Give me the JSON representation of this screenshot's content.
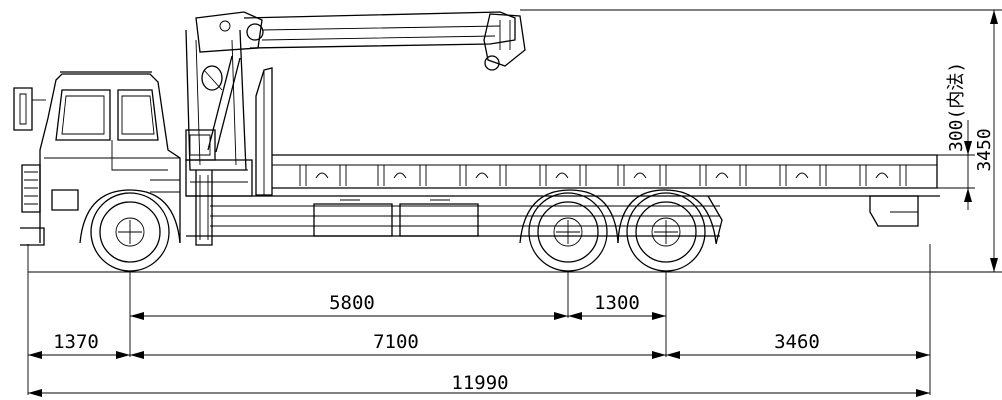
{
  "drawing": {
    "subject": "truck-mounted crane side elevation",
    "dimensions": {
      "wheelbase_front_to_mid": "5800",
      "tandem_axle_spacing": "1300",
      "front_overhang": "1370",
      "wheelbase_front_to_rear": "7100",
      "rear_overhang": "3460",
      "overall_length": "11990",
      "bed_side_height": "300(内法)",
      "overall_height": "3450"
    }
  }
}
